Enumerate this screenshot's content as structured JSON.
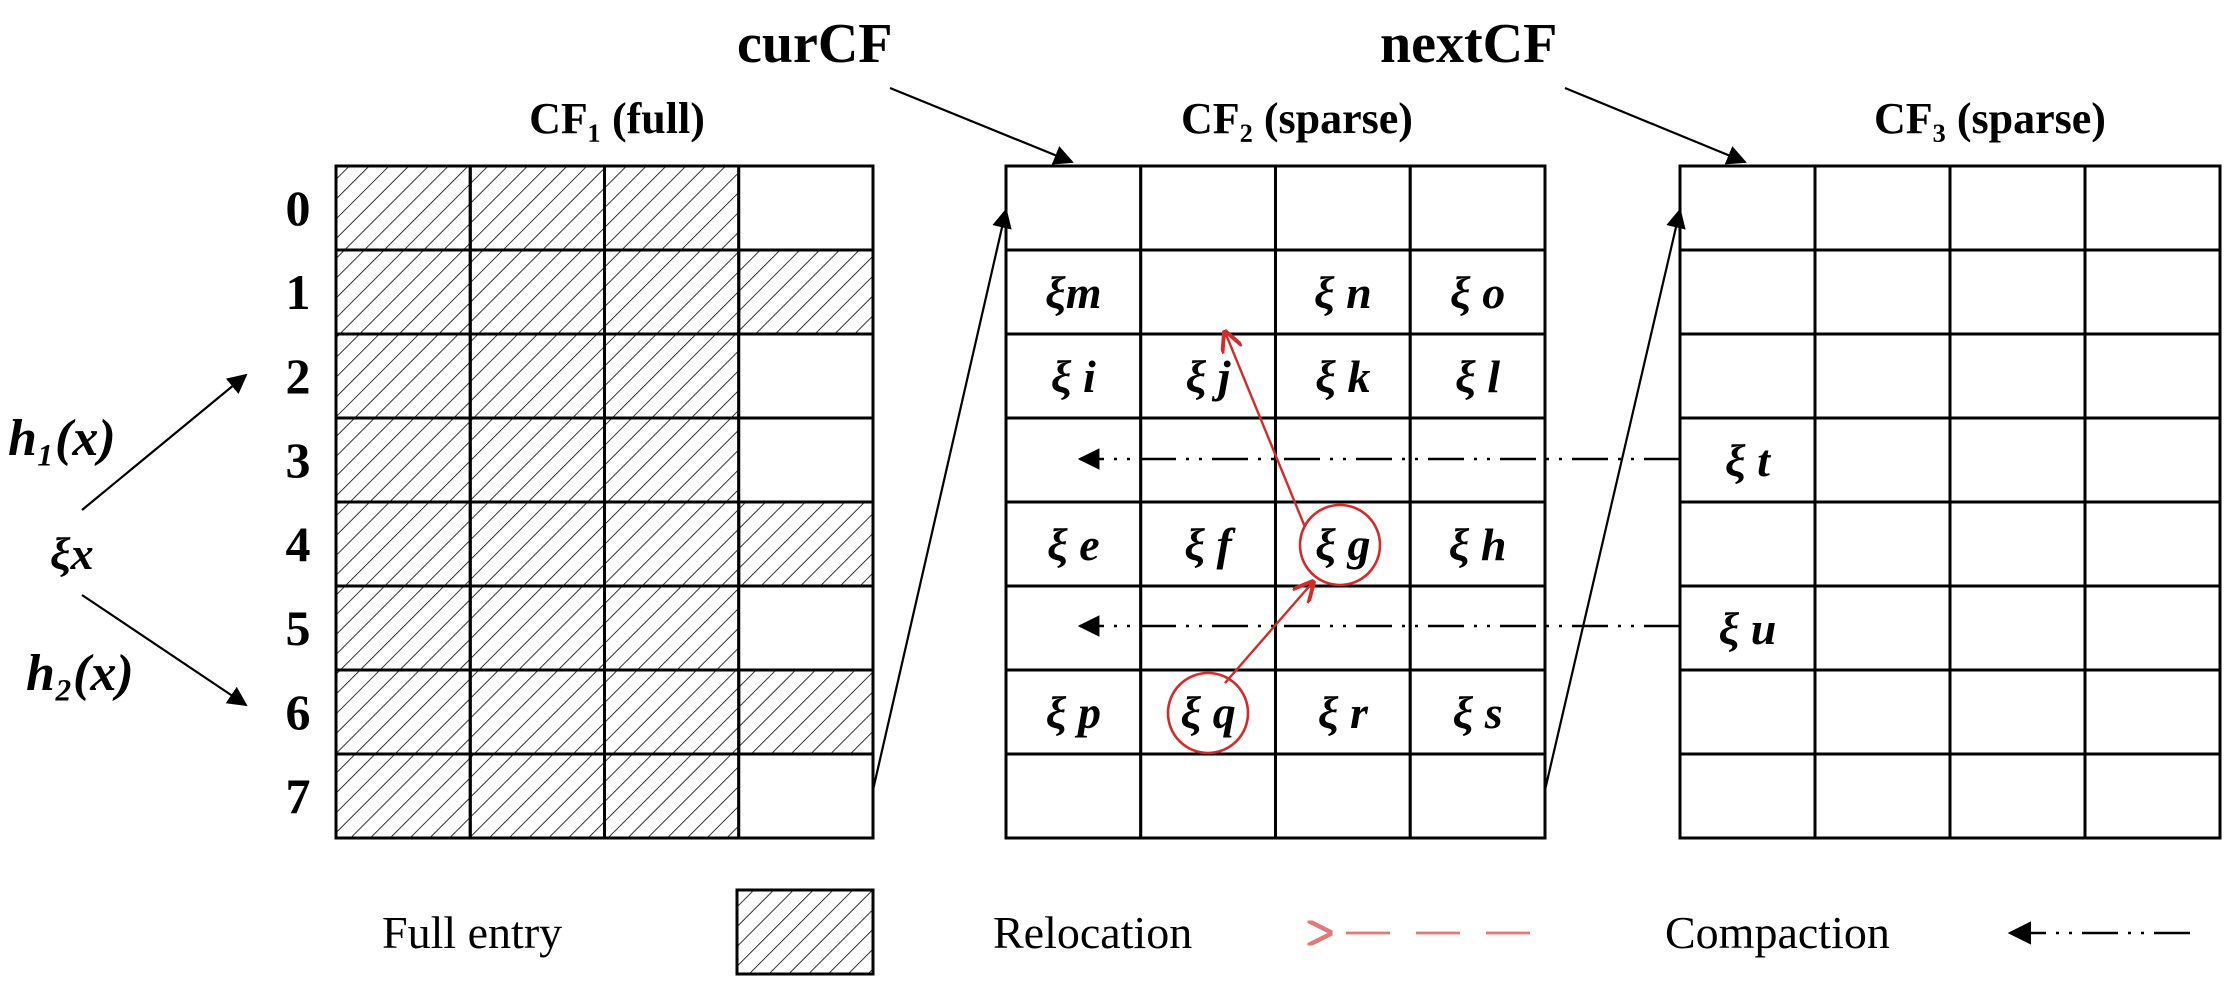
{
  "labels": {
    "cur_pointer": "curCF",
    "next_pointer": "nextCF",
    "input_item": "ξx",
    "hash1": "h₁(x)",
    "hash2": "h₂(x)"
  },
  "row_indices": [
    "0",
    "1",
    "2",
    "3",
    "4",
    "5",
    "6",
    "7"
  ],
  "filters": [
    {
      "title": "CF₁ (full)",
      "full_cells": [
        [
          true,
          true,
          true,
          false
        ],
        [
          true,
          true,
          true,
          true
        ],
        [
          true,
          true,
          true,
          false
        ],
        [
          true,
          true,
          true,
          false
        ],
        [
          true,
          true,
          true,
          true
        ],
        [
          true,
          true,
          true,
          false
        ],
        [
          true,
          true,
          true,
          true
        ],
        [
          true,
          true,
          true,
          false
        ]
      ]
    },
    {
      "title": "CF₂ (sparse)",
      "cells": [
        [
          "",
          "",
          "",
          ""
        ],
        [
          "ξm",
          "",
          "ξ n",
          "ξ o"
        ],
        [
          "ξ i",
          "ξ j",
          "ξ k",
          "ξ l"
        ],
        [
          "",
          "",
          "",
          ""
        ],
        [
          "ξ e",
          "ξ f",
          "ξ g",
          "ξ h"
        ],
        [
          "",
          "",
          "",
          ""
        ],
        [
          "ξ p",
          "ξ q",
          "ξ r",
          "ξ s"
        ],
        [
          "",
          "",
          "",
          ""
        ]
      ],
      "circled": [
        [
          4,
          2
        ],
        [
          6,
          1
        ]
      ]
    },
    {
      "title": "CF₃ (sparse)",
      "cells": [
        [
          "",
          "",
          "",
          ""
        ],
        [
          "",
          "",
          "",
          ""
        ],
        [
          "",
          "",
          "",
          ""
        ],
        [
          "ξ t",
          "",
          "",
          ""
        ],
        [
          "",
          "",
          "",
          ""
        ],
        [
          "ξ u",
          "",
          "",
          ""
        ],
        [
          "",
          "",
          "",
          ""
        ],
        [
          "",
          "",
          "",
          ""
        ]
      ]
    }
  ],
  "legend": {
    "full_entry": "Full entry",
    "relocation": "Relocation",
    "compaction": "Compaction"
  },
  "colors": {
    "relocation": "#d42a2a",
    "relocation_legend": "#e07a7a",
    "lines": "#000000"
  }
}
